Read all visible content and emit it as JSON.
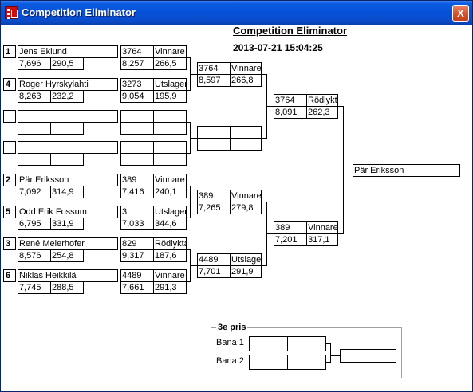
{
  "window": {
    "title": "Competition Eliminator",
    "close_symbol": "X"
  },
  "header": {
    "title": "Competition Eliminator",
    "datetime": "2013-07-21 15:04:25"
  },
  "round1": [
    {
      "seed": "1",
      "name": "Jens Eklund",
      "et": "7,696",
      "speed": "290,5",
      "time_code": "3764",
      "result": "Vinnare",
      "rt": "8,257",
      "rt_speed": "266,5"
    },
    {
      "seed": "4",
      "name": "Roger Hyrskylahti",
      "et": "8,263",
      "speed": "232,2",
      "time_code": "3273",
      "result": "Utslagen",
      "rt": "9,054",
      "rt_speed": "195,9"
    },
    {
      "seed": "",
      "name": "",
      "et": "",
      "speed": "",
      "time_code": "",
      "result": "",
      "rt": "",
      "rt_speed": ""
    },
    {
      "seed": "",
      "name": "",
      "et": "",
      "speed": "",
      "time_code": "",
      "result": "",
      "rt": "",
      "rt_speed": ""
    },
    {
      "seed": "2",
      "name": "Pär Eriksson",
      "et": "7,092",
      "speed": "314,9",
      "time_code": "389",
      "result": "Vinnare",
      "rt": "7,416",
      "rt_speed": "240,1"
    },
    {
      "seed": "5",
      "name": "Odd Erik Fossum",
      "et": "6,795",
      "speed": "331,9",
      "time_code": "3",
      "result": "Utslagen",
      "rt": "7,033",
      "rt_speed": "344,6"
    },
    {
      "seed": "3",
      "name": "René Meierhofer",
      "et": "8,576",
      "speed": "254,8",
      "time_code": "829",
      "result": "Rödlykta",
      "rt": "9,317",
      "rt_speed": "187,6"
    },
    {
      "seed": "6",
      "name": "Niklas Heikkilä",
      "et": "7,745",
      "speed": "288,5",
      "time_code": "4489",
      "result": "Vinnare",
      "rt": "7,661",
      "rt_speed": "291,3"
    }
  ],
  "round2": [
    {
      "code": "3764",
      "result": "Vinnare",
      "et": "8,597",
      "speed": "266,8"
    },
    {
      "code": "",
      "result": "",
      "et": "",
      "speed": ""
    },
    {
      "code": "389",
      "result": "Vinnare",
      "et": "7,265",
      "speed": "279,8"
    },
    {
      "code": "4489",
      "result": "Utslagen",
      "et": "7,701",
      "speed": "291,9"
    }
  ],
  "semis": [
    {
      "code": "3764",
      "result": "Rödlykta",
      "et": "8,091",
      "speed": "262,3"
    },
    {
      "code": "389",
      "result": "Vinnare",
      "et": "7,201",
      "speed": "317,1"
    }
  ],
  "final": {
    "winner": "Pär Eriksson"
  },
  "third_prize": {
    "title": "3e pris",
    "lane1_label": "Bana 1",
    "lane2_label": "Bana 2",
    "lane1_code": "",
    "lane1_result": "",
    "lane2_code": "",
    "lane2_result": "",
    "winner": ""
  }
}
